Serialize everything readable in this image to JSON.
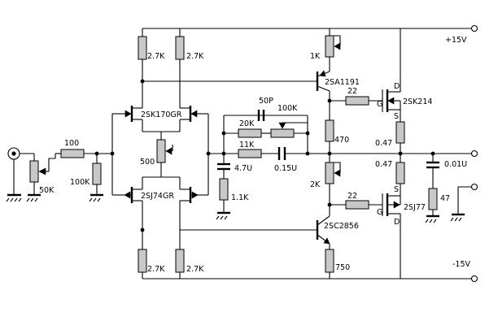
{
  "labels": {
    "vplus": "+15V",
    "vminus": "-15V",
    "r_in_series": "100",
    "r_in_shunt": "100K",
    "pot_input": "50K",
    "r_top_left": "2.7K",
    "r_top_right": "2.7K",
    "r_bot_left": "2.7K",
    "r_bot_right": "2.7K",
    "jfet_top": "2SK170GR",
    "jfet_bottom": "2SJ74GR",
    "pot_balance": "500",
    "r_fb_20k": "20K",
    "pot_fb_100k": "100K",
    "c_fb_50p": "50P",
    "r_fb_11k": "11K",
    "c_fb_015u": "0.15U",
    "c_gnd_47u": "4.7U",
    "r_gnd_11k": "1.1K",
    "pot_bias_top": "1K",
    "q_top": "2SA1191",
    "r_470": "470",
    "pot_bias_2k": "2K",
    "q_bottom": "2SC2856",
    "r_750": "750",
    "r_gate_top": "22",
    "r_gate_bottom": "22",
    "mos_top": "2SK214",
    "mos_bottom": "2SJ77",
    "r_src_top": "0.47",
    "r_src_bottom": "0.47",
    "c_zobel": "0.01U",
    "r_zobel": "47",
    "pin_d_top": "D",
    "pin_g_top": "G",
    "pin_s_top": "S",
    "pin_s_bottom": "S",
    "pin_g_bottom": "G",
    "pin_d_bottom": "D"
  }
}
